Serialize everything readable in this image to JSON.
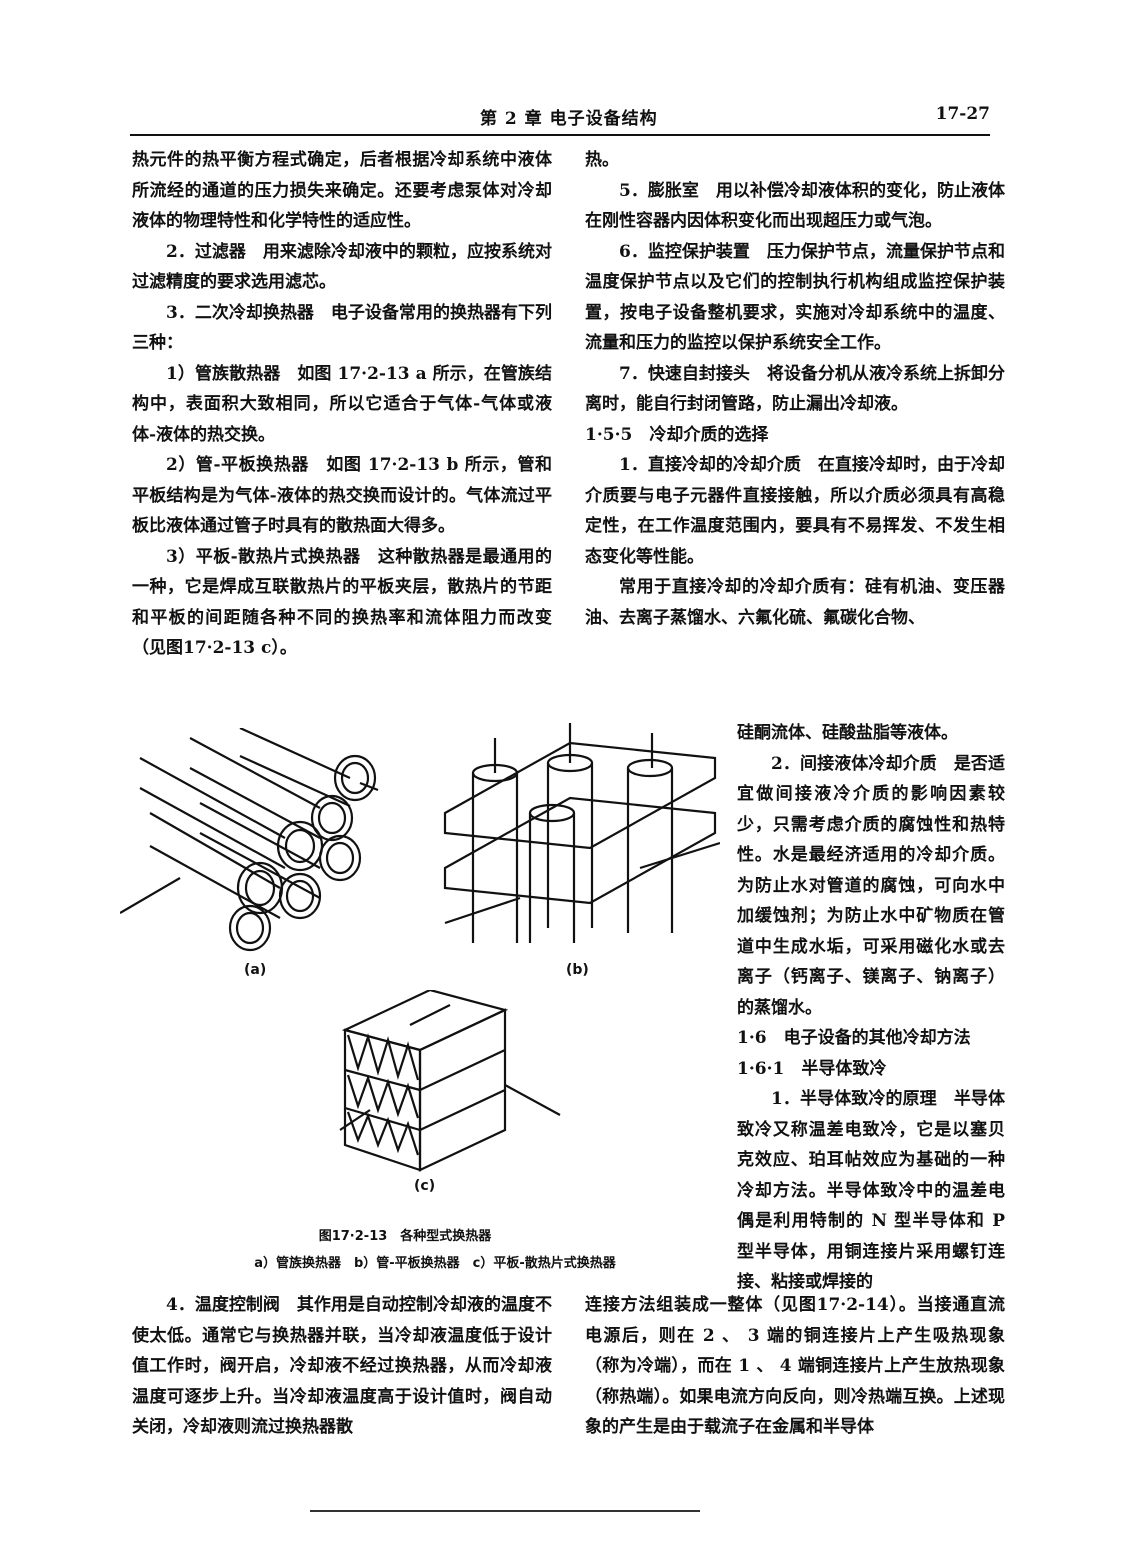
{
  "header": {
    "chapter": "第 2 章    电子设备结构",
    "page": "17-27"
  },
  "left_col": [
    "热元件的热平衡方程式确定，后者根据冷却系统中液体所流经的通道的压力损失来确定。还要考虑泵体对冷却液体的物理特性和化学特性的适应性。",
    "2．过滤器　用来滤除冷却液中的颗粒，应按系统对过滤精度的要求选用滤芯。",
    "3．二次冷却换热器　电子设备常用的换热器有下列三种：",
    "1）管族散热器　如图 17·2-13 a 所示，在管族结构中，表面积大致相同，所以它适合于气体-气体或液体-液体的热交换。",
    "2）管-平板换热器　如图 17·2-13 b 所示，管和平板结构是为气体-液体的热交换而设计的。气体流过平板比液体通过管子时具有的散热面大得多。",
    "3）平板-散热片式换热器　这种散热器是最通用的一种，它是焊成互联散热片的平板夹层，散热片的节距和平板的间距随各种不同的换热率和流体阻力而改变（见图17·2-13 c）。"
  ],
  "right_col": [
    "热。",
    "5．膨胀室　用以补偿冷却液体积的变化，防止液体在刚性容器内因体积变化而出现超压力或气泡。",
    "6．监控保护装置　压力保护节点，流量保护节点和温度保护节点以及它们的控制执行机构组成监控保护装置，按电子设备整机要求，实施对冷却系统中的温度、流量和压力的监控以保护系统安全工作。",
    "7．快速自封接头　将设备分机从液冷系统上拆卸分离时，能自行封闭管路，防止漏出冷却液。",
    "1·5·5　冷却介质的选择",
    "1．直接冷却的冷却介质　在直接冷却时，由于冷却介质要与电子元器件直接接触，所以介质必须具有高稳定性，在工作温度范围内，要具有不易挥发、不发生相态变化等性能。",
    "常用于直接冷却的冷却介质有：硅有机油、变压器油、去离子蒸馏水、六氟化硫、氟碳化合物、"
  ],
  "right_narrow": [
    "硅酮流体、硅酸盐脂等液体。",
    "2．间接液体冷却介质　是否适宜做间接液冷介质的影响因素较少，只需考虑介质的腐蚀性和热特性。水是最经济适用的冷却介质。为防止水对管道的腐蚀，可向水中加缓蚀剂；为防止水中矿物质在管道中生成水垢，可采用磁化水或去离子（钙离子、镁离子、钠离子）的蒸馏水。",
    "1·6　电子设备的其他冷却方法",
    "1·6·1　半导体致冷",
    "1．半导体致冷的原理　半导体致冷又称温差电致冷，它是以塞贝克效应、珀耳帖效应为基础的一种冷却方法。半导体致冷中的温差电偶是利用特制的 N 型半导体和 P 型半导体，用铜连接片采用螺钉连接、粘接或焊接的"
  ],
  "bottom_left": [
    "4．温度控制阀　其作用是自动控制冷却液的温度不使太低。通常它与换热器并联，当冷却液温度低于设计值工作时，阀开启，冷却液不经过换热器，从而冷却液温度可逐步上升。当冷却液温度高于设计值时，阀自动关闭，冷却液则流过换热器散"
  ],
  "bottom_right": [
    "连接方法组装成一整体（见图17·2-14）。当接通直流电源后，则在 2 、 3 端的铜连接片上产生吸热现象（称为冷端），而在 1 、 4 端铜连接片上产生放热现象（称热端）。如果电流方向反向，则冷热端互换。上述现象的产生是由于载流子在金属和半导体"
  ],
  "figure": {
    "label_a": "(a)",
    "label_b": "(b)",
    "label_c": "(c)",
    "caption": "图17·2-13　各种型式换热器",
    "subcaption": "a）管族换热器　b）管-平板换热器　c）平板-散热片式换热器"
  }
}
